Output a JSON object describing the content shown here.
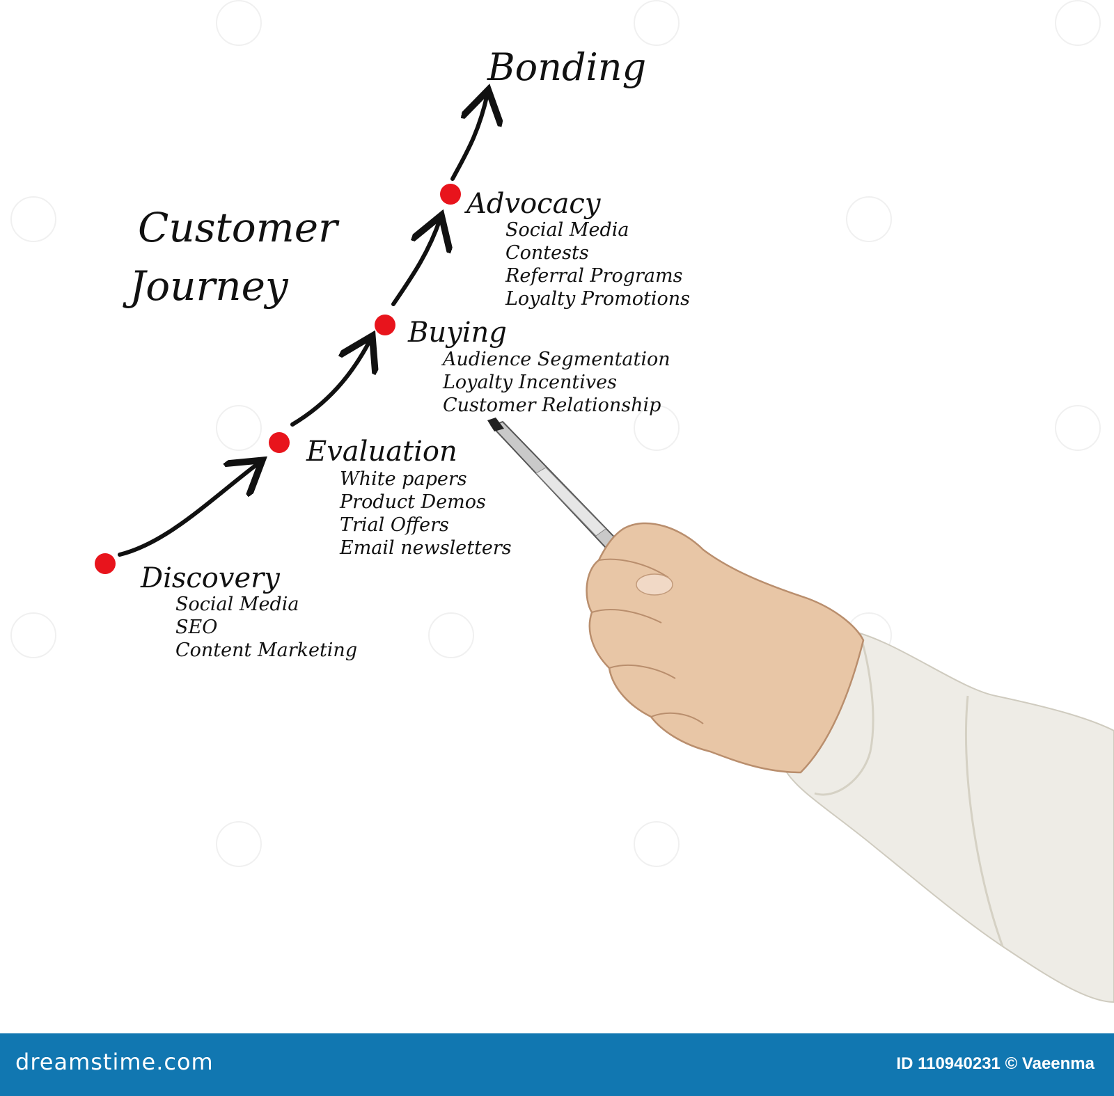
{
  "diagram": {
    "title_line1": "Customer",
    "title_line2": "Journey",
    "final_stage": "Bonding",
    "stages": [
      {
        "name": "Discovery",
        "items": [
          "Social Media",
          "SEO",
          "Content Marketing"
        ]
      },
      {
        "name": "Evaluation",
        "items": [
          "White papers",
          "Product Demos",
          "Trial Offers",
          "Email newsletters"
        ]
      },
      {
        "name": "Buying",
        "items": [
          "Audience Segmentation",
          "Loyalty Incentives",
          "Customer Relationship"
        ]
      },
      {
        "name": "Advocacy",
        "items": [
          "Social Media",
          "Contests",
          "Referral Programs",
          "Loyalty Promotions"
        ]
      }
    ]
  },
  "footer": {
    "logo": "dreamstime.com",
    "id_text": "ID 110940231 © Vaeenma"
  },
  "colors": {
    "dot": "#e8141c",
    "ink": "#111111",
    "footer_bg": "#1177b1"
  }
}
